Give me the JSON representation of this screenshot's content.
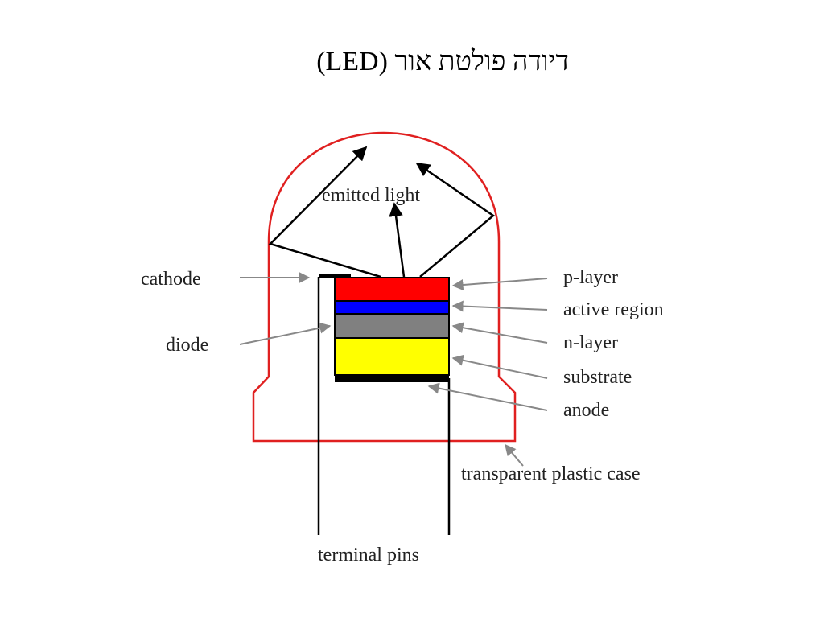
{
  "title": "דיודה פולטת אור (LED)",
  "diagram": {
    "labels": {
      "emitted_light": "emitted light",
      "cathode": "cathode",
      "diode": "diode",
      "p_layer": "p-layer",
      "active_region": "active region",
      "n_layer": "n-layer",
      "substrate": "substrate",
      "anode": "anode",
      "case": "transparent plastic case",
      "pins": "terminal pins"
    },
    "colors": {
      "case_outline": "#e02020",
      "p_layer": "#ff0000",
      "active_region": "#0000ff",
      "n_layer": "#808080",
      "substrate": "#ffff00",
      "pointer": "#888888"
    }
  }
}
